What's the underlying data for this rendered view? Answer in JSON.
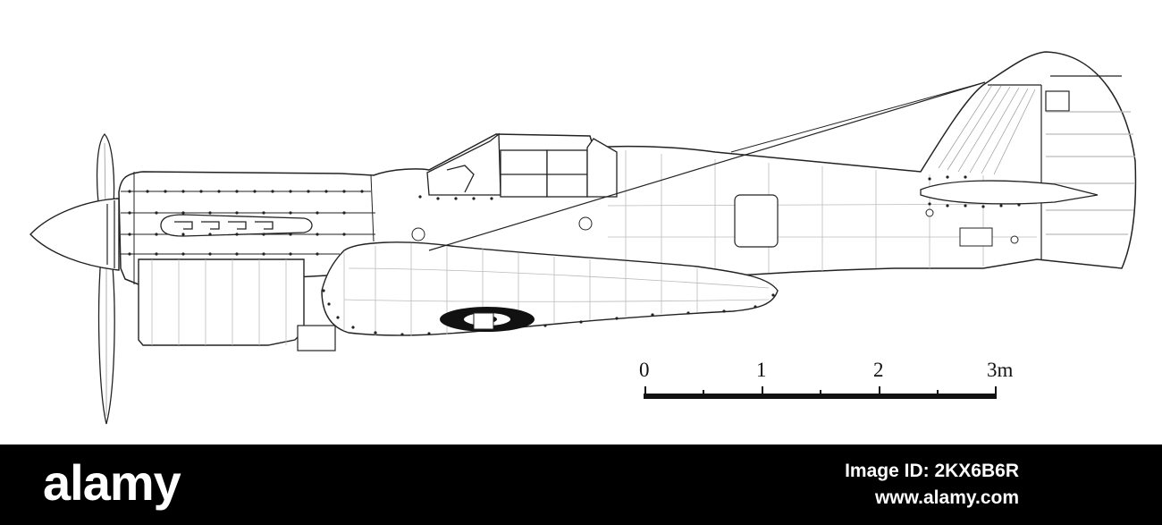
{
  "scale_bar": {
    "labels": [
      "0",
      "1",
      "2",
      "3m"
    ]
  },
  "watermark": {
    "brand": "alamy",
    "image_id": "Image ID: 2KX6B6R",
    "site": "www.alamy.com"
  },
  "colors": {
    "line": "#1a1a1a",
    "panel_line": "#b5b5b5",
    "roundel": "#111111",
    "footer_bg": "#000000",
    "footer_text": "#ffffff"
  }
}
